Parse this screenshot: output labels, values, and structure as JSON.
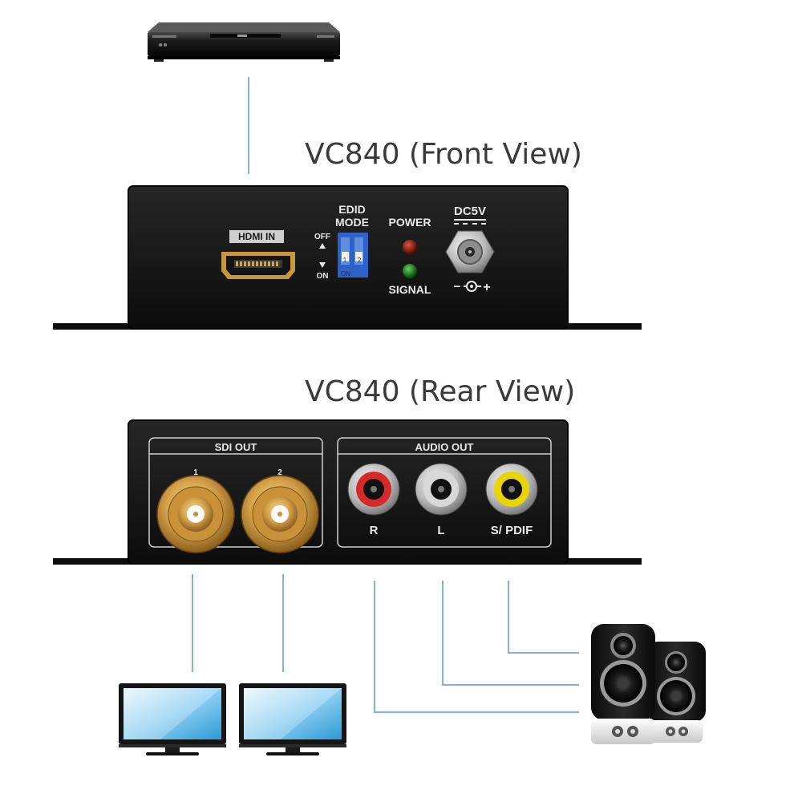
{
  "front_view": {
    "title": "VC840 (Front View)",
    "hdmi_label": "HDMI IN",
    "edid_line1": "EDID",
    "edid_line2": "MODE",
    "switch_off": "OFF",
    "switch_on": "ON",
    "switch_pos1": "1",
    "switch_pos2": "2",
    "switch_dip_on": "ON",
    "power_label": "POWER",
    "signal_label": "SIGNAL",
    "dc_label": "DC5V",
    "polarity_minus": "−",
    "polarity_plus": "+"
  },
  "rear_view": {
    "title": "VC840 (Rear View)",
    "sdi_group_label": "SDI  OUT",
    "sdi_port1_num": "1",
    "sdi_port2_num": "2",
    "audio_group_label": "AUDIO OUT",
    "audio_r": "R",
    "audio_l": "L",
    "audio_spdif": "S/ PDIF"
  },
  "colors": {
    "chassis": "#141414",
    "cable": "#8fb3c4",
    "power_led": "#8a1a12",
    "signal_led": "#1f8a24",
    "dip_switch": "#2d63c8",
    "rca_r": "#d42a2a",
    "rca_l": "#d8d8d8",
    "rca_spdif": "#e8d400",
    "bnc_gold": "#d9a64a"
  },
  "icons": {
    "source": "blu-ray-player-icon",
    "display": "monitor-icon",
    "speakers": "speaker-icon"
  }
}
